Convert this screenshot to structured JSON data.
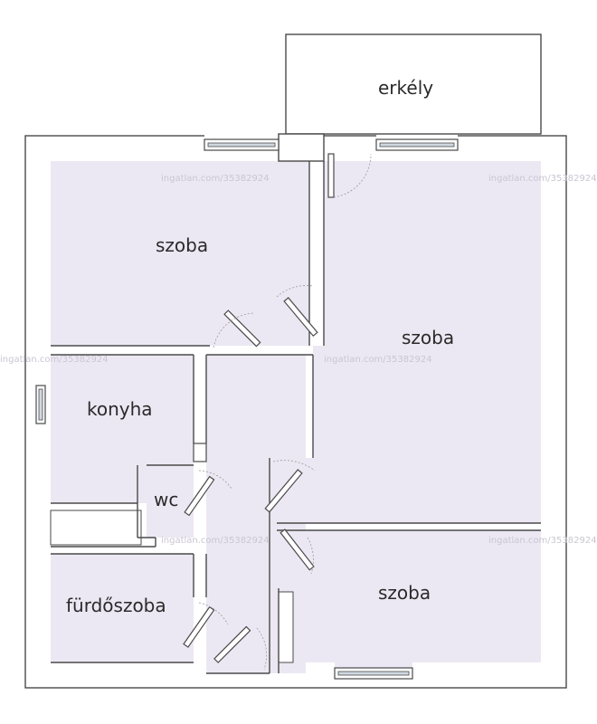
{
  "rooms": {
    "erkely": "erkély",
    "szoba_top_left": "szoba",
    "szoba_right": "szoba",
    "konyha": "konyha",
    "wc": "wc",
    "szoba_bottom_right": "szoba",
    "furdoszoba": "fürdőszoba"
  },
  "watermark": "ingatlan.com/35382924"
}
